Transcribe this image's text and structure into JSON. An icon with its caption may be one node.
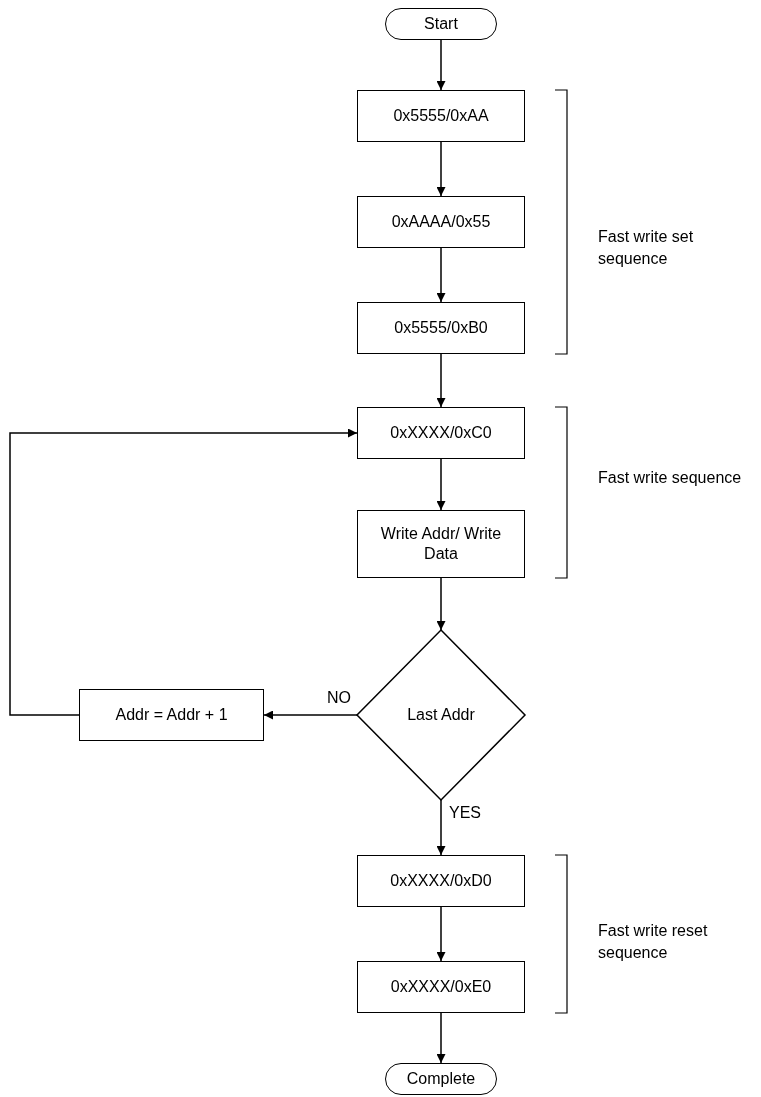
{
  "diagram": {
    "nodes": [
      {
        "text": [
          "Start"
        ]
      },
      {
        "text": [
          "0x5555/0xAA"
        ]
      },
      {
        "text": [
          "0xAAAA/0x55"
        ]
      },
      {
        "text": [
          "0x5555/0xB0"
        ]
      },
      {
        "text": [
          "0xXXXX/0xC0"
        ]
      },
      {
        "text": [
          "Write Addr/ Write Data"
        ]
      },
      {
        "text": [
          "Last Addr"
        ]
      },
      {
        "text": [
          "Addr = Addr + 1"
        ]
      },
      {
        "text": [
          "0xXXXX/0xD0"
        ]
      },
      {
        "text": [
          "0xXXXX/0xE0"
        ]
      },
      {
        "text": [
          "Complete"
        ]
      }
    ],
    "edges": [
      {
        "from": 0,
        "to": 1,
        "arrow": "to"
      },
      {
        "from": 1,
        "to": 2,
        "arrow": "to"
      },
      {
        "from": 2,
        "to": 3,
        "arrow": "to"
      },
      {
        "from": 3,
        "to": 4,
        "arrow": "to"
      },
      {
        "from": 4,
        "to": 5,
        "arrow": "to"
      },
      {
        "from": 5,
        "to": 6,
        "arrow": "to"
      },
      {
        "from": 6,
        "to": 7,
        "arrow": "to",
        "label": "NO"
      },
      {
        "from": 7,
        "to": 4,
        "arrow": "to"
      },
      {
        "from": 6,
        "to": 8,
        "arrow": "to",
        "label": "YES"
      },
      {
        "from": 8,
        "to": 9,
        "arrow": "to"
      },
      {
        "from": 9,
        "to": 10,
        "arrow": "to"
      }
    ],
    "labels": [
      "Fast write set sequence",
      "Fast write sequence",
      "Fast write reset sequence"
    ]
  }
}
